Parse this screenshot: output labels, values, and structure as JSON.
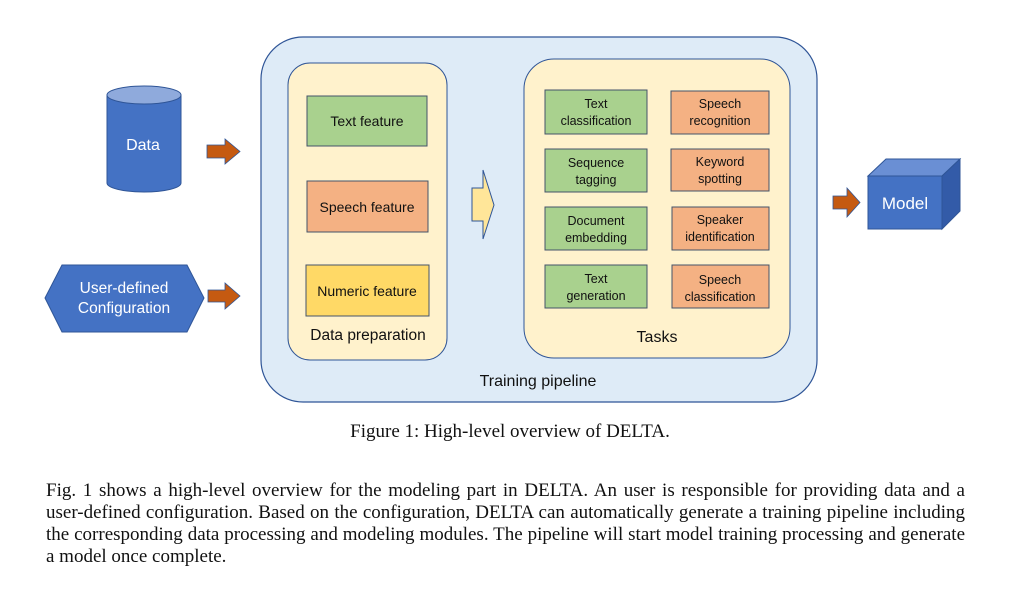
{
  "figure": {
    "inputs": {
      "data_label": "Data",
      "config_label_line1": "User-defined",
      "config_label_line2": "Configuration"
    },
    "training_pipeline": {
      "label": "Training pipeline",
      "data_preparation": {
        "label": "Data preparation",
        "features": [
          {
            "label": "Text feature",
            "color": "#a9d18e"
          },
          {
            "label": "Speech feature",
            "color": "#f4b183"
          },
          {
            "label": "Numeric feature",
            "color": "#ffd966"
          }
        ]
      },
      "tasks": {
        "label": "Tasks",
        "text_tasks": [
          {
            "line1": "Text",
            "line2": "classification"
          },
          {
            "line1": "Sequence",
            "line2": "tagging"
          },
          {
            "line1": "Document",
            "line2": "embedding"
          },
          {
            "line1": "Text",
            "line2": "generation"
          }
        ],
        "speech_tasks": [
          {
            "line1": "Speech",
            "line2": "recognition"
          },
          {
            "line1": "Keyword",
            "line2": "spotting"
          },
          {
            "line1": "Speaker",
            "line2": "identification"
          },
          {
            "line1": "Speech",
            "line2": "classification"
          }
        ]
      }
    },
    "output": {
      "model_label": "Model"
    },
    "colors": {
      "blue_shape": "#4472c4",
      "arrow_orange": "#c55a11",
      "pipeline_bg": "#deebf7",
      "panel_bg": "#fff2cc",
      "text_task": "#a9d18e",
      "speech_task": "#f4b183",
      "inner_arrow": "#ffe699",
      "outline": "#2f5597"
    }
  },
  "caption": "Figure 1: High-level overview of DELTA.",
  "paragraph": "Fig. 1 shows a high-level overview for the modeling part in DELTA. An user is responsible for providing data and a user-defined configuration. Based on the configuration, DELTA can automatically generate a training pipeline including the corresponding data processing and modeling modules. The pipeline will start model training processing and generate a model once complete."
}
